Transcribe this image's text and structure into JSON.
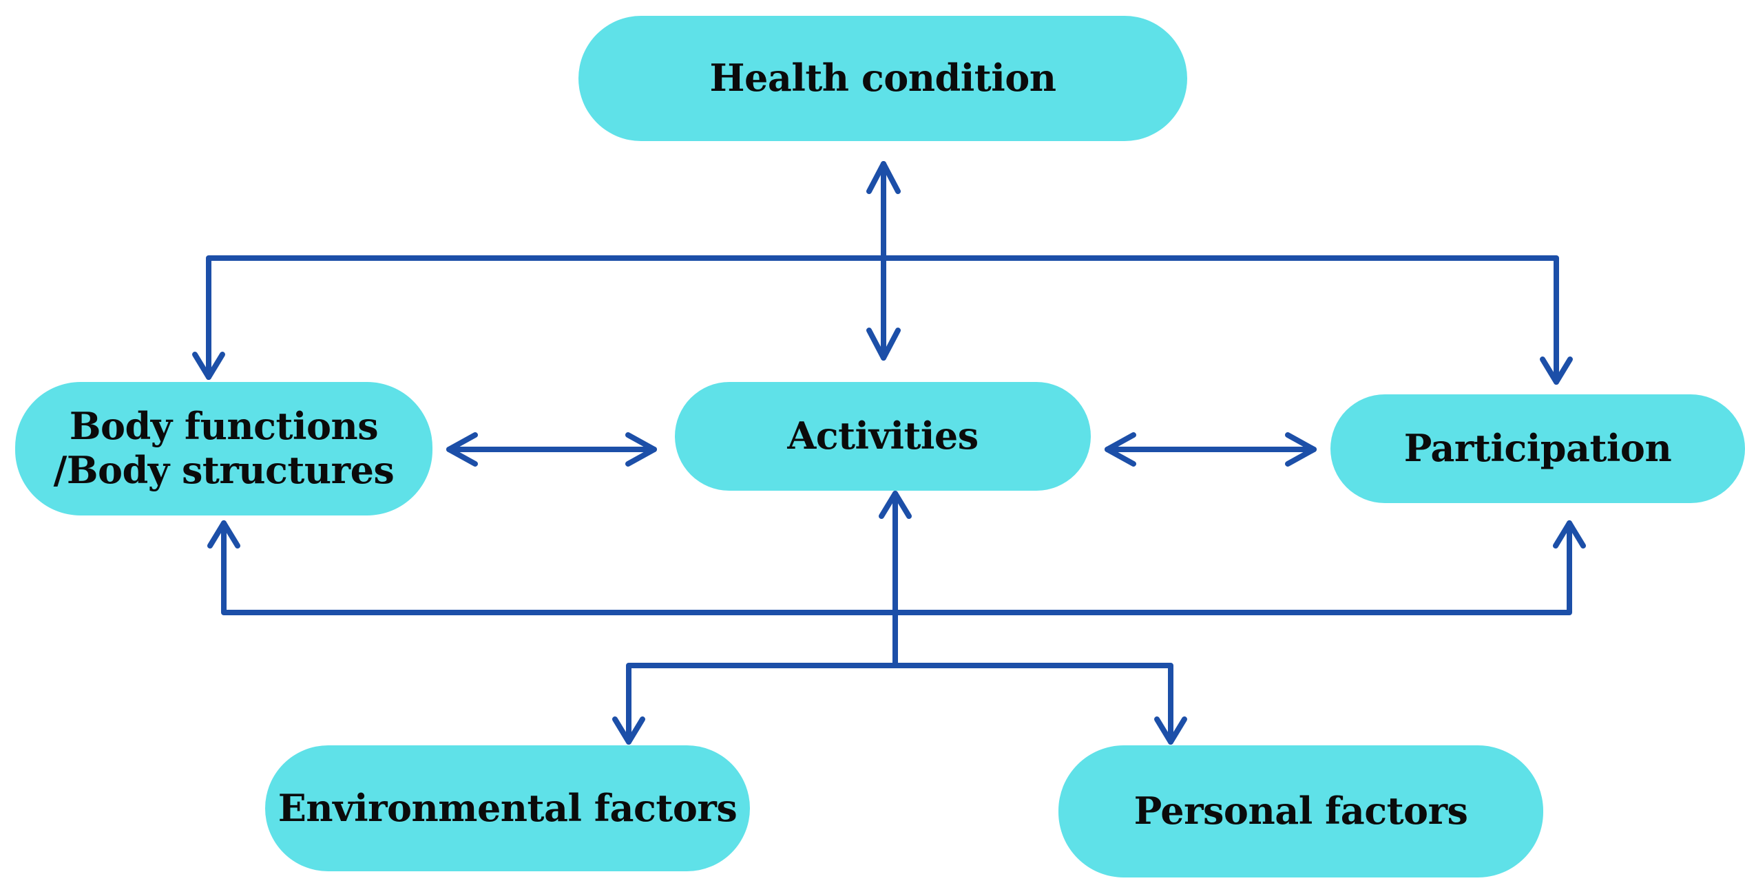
{
  "nodes": {
    "health": {
      "label": "Health condition"
    },
    "body": {
      "line1": "Body functions",
      "line2": "/Body structures"
    },
    "activities": {
      "label": "Activities"
    },
    "participation": {
      "label": "Participation"
    },
    "environment": {
      "label": "Environmental factors"
    },
    "personal": {
      "label": "Personal factors"
    }
  },
  "colors": {
    "node_fill": "#5fe1e8",
    "connector": "#1c4fa8",
    "text": "#0b0b0b"
  }
}
